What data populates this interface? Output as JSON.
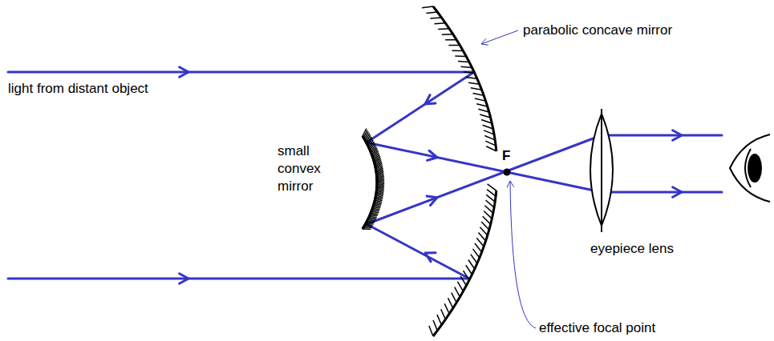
{
  "diagram": {
    "labels": [
      "light from distant object",
      "parabolic concave mirror",
      "small convex mirror",
      "F",
      "eyepiece lens",
      "effective focal point"
    ]
  }
}
